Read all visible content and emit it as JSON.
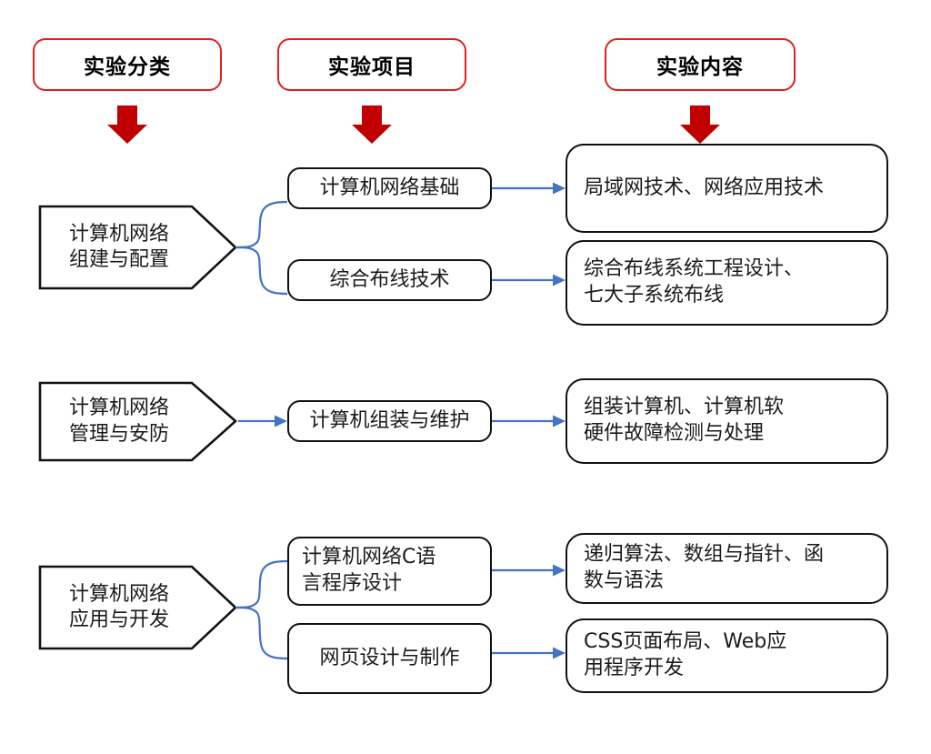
{
  "diagram": {
    "title_row": {
      "headers": [
        {
          "id": "category",
          "label": "实验分类"
        },
        {
          "id": "project",
          "label": "实验项目"
        },
        {
          "id": "content",
          "label": "实验内容"
        }
      ],
      "header_border_color": "#E02020",
      "arrow_color": "#C00000"
    },
    "connector_color": "#4472C4",
    "box_border_color": "#111111",
    "groups": [
      {
        "id": "group-1",
        "category": "计算机网络\n组建与配置",
        "category_line1": "计算机网络",
        "category_line2": "组建与配置",
        "items": [
          {
            "id": "item-1-1",
            "project": "计算机网络基础",
            "content": "局域网技术、网络应用技术"
          },
          {
            "id": "item-1-2",
            "project": "综合布线技术",
            "content": "综合布线系统工程设计、\n七大子系统布线"
          }
        ]
      },
      {
        "id": "group-2",
        "category": "计算机网络\n管理与安防",
        "category_line1": "计算机网络",
        "category_line2": "管理与安防",
        "items": [
          {
            "id": "item-2-1",
            "project": "计算机组装与维护",
            "content": "组装计算机、计算机软\n硬件故障检测与处理"
          }
        ]
      },
      {
        "id": "group-3",
        "category": "计算机网络\n应用与开发",
        "category_line1": "计算机网络",
        "category_line2": "应用与开发",
        "items": [
          {
            "id": "item-3-1",
            "project": "计算机网络C语\n言程序设计",
            "content": "递归算法、数组与指针、函\n数与语法"
          },
          {
            "id": "item-3-2",
            "project": "网页设计与制作",
            "content": "CSS页面布局、Web应\n用程序开发"
          }
        ]
      }
    ]
  }
}
